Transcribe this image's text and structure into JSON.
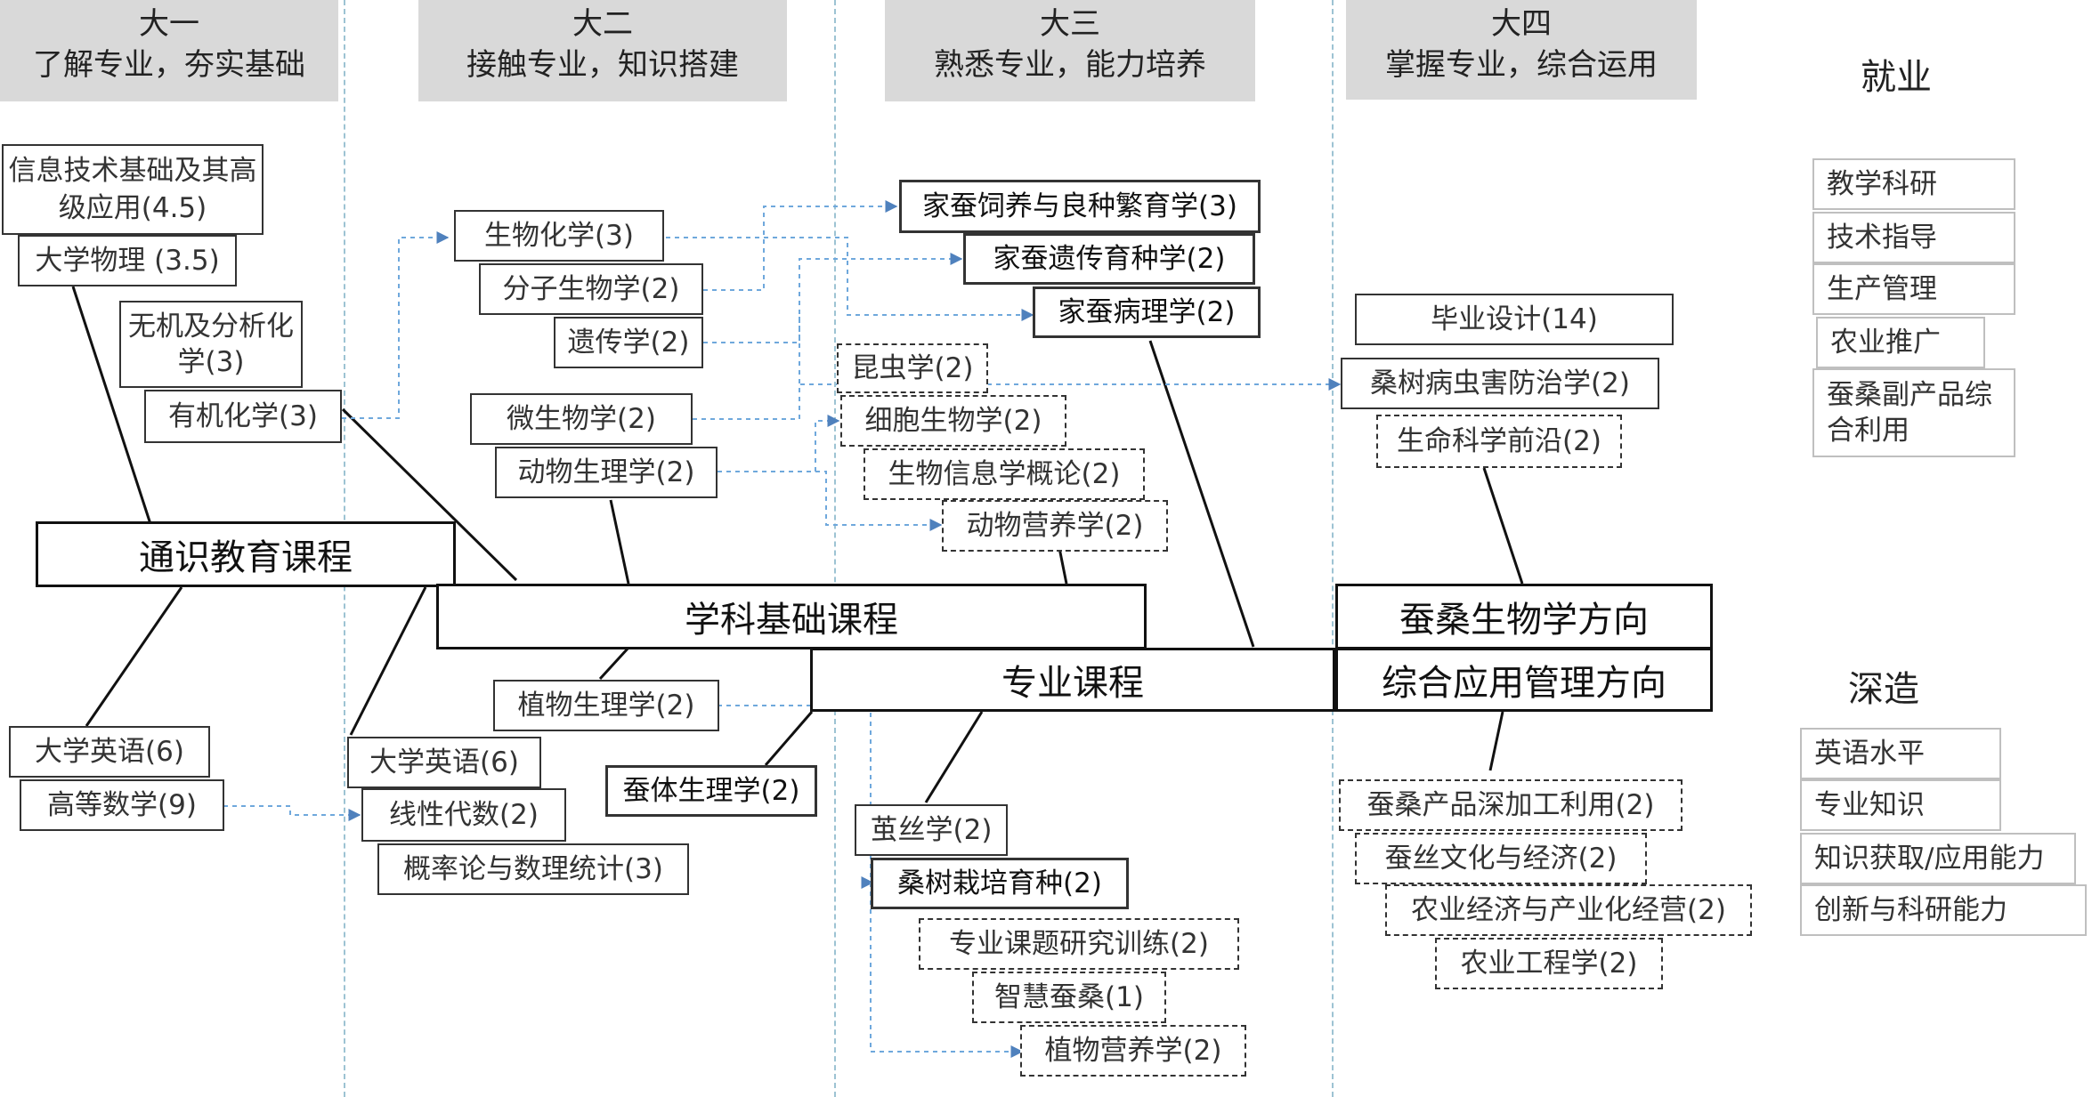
{
  "years": [
    {
      "title": "大一",
      "subtitle": "了解专业，夯实基础"
    },
    {
      "title": "大二",
      "subtitle": "接触专业，知识搭建"
    },
    {
      "title": "大三",
      "subtitle": "熟悉专业，能力培养"
    },
    {
      "title": "大四",
      "subtitle": "掌握专业，综合运用"
    }
  ],
  "main_boxes": {
    "general": "通识教育课程",
    "subject": "学科基础课程",
    "major": "专业课程",
    "bio_direction": "蚕桑生物学方向",
    "mgmt_direction": "综合应用管理方向"
  },
  "courses": {
    "it_basics": "信息技术基础及其高级应用(4.5)",
    "physics": "大学物理 (3.5)",
    "inorganic_chem": "无机及分析化学(3)",
    "organic_chem": "有机化学(3)",
    "english_y1": "大学英语(6)",
    "adv_math": "高等数学(9)",
    "biochem": "生物化学(3)",
    "mol_bio": "分子生物学(2)",
    "genetics": "遗传学(2)",
    "microbio": "微生物学(2)",
    "animal_phys": "动物生理学(2)",
    "plant_phys": "植物生理学(2)",
    "english_y2": "大学英语(6)",
    "linear_alg": "线性代数(2)",
    "prob_stat": "概率论与数理统计(3)",
    "silkworm_phys": "蚕体生理学(2)",
    "silkworm_breed": "家蚕饲养与良种繁育学(3)",
    "silkworm_gen": "家蚕遗传育种学(2)",
    "silkworm_path": "家蚕病理学(2)",
    "entomology": "昆虫学(2)",
    "cell_bio": "细胞生物学(2)",
    "bioinfo": "生物信息学概论(2)",
    "animal_nutr": "动物营养学(2)",
    "silk_sci": "茧丝学(2)",
    "mulberry_cult": "桑树栽培育种(2)",
    "research_train": "专业课题研究训练(2)",
    "smart_seri": "智慧蚕桑(1)",
    "plant_nutr": "植物营养学(2)",
    "thesis": "毕业设计(14)",
    "mulberry_pest": "桑树病虫害防治学(2)",
    "life_frontier": "生命科学前沿(2)",
    "seri_products": "蚕桑产品深加工利用(2)",
    "silk_culture": "蚕丝文化与经济(2)",
    "agri_econ": "农业经济与产业化经营(2)",
    "agri_eng": "农业工程学(2)"
  },
  "outcomes": {
    "employment": {
      "title": "就业",
      "items": [
        "教学科研",
        "技术指导",
        "生产管理",
        "农业推广",
        "蚕桑副产品综合利用"
      ]
    },
    "further_study": {
      "title": "深造",
      "items": [
        "英语水平",
        "专业知识",
        "知识获取/应用能力",
        "创新与科研能力"
      ]
    }
  },
  "colors": {
    "header_bg": "#d9d9d9",
    "arrow": "#4f81bd",
    "dashed_arrow": "#6fa8dc",
    "separator": "#9dc3d3"
  }
}
